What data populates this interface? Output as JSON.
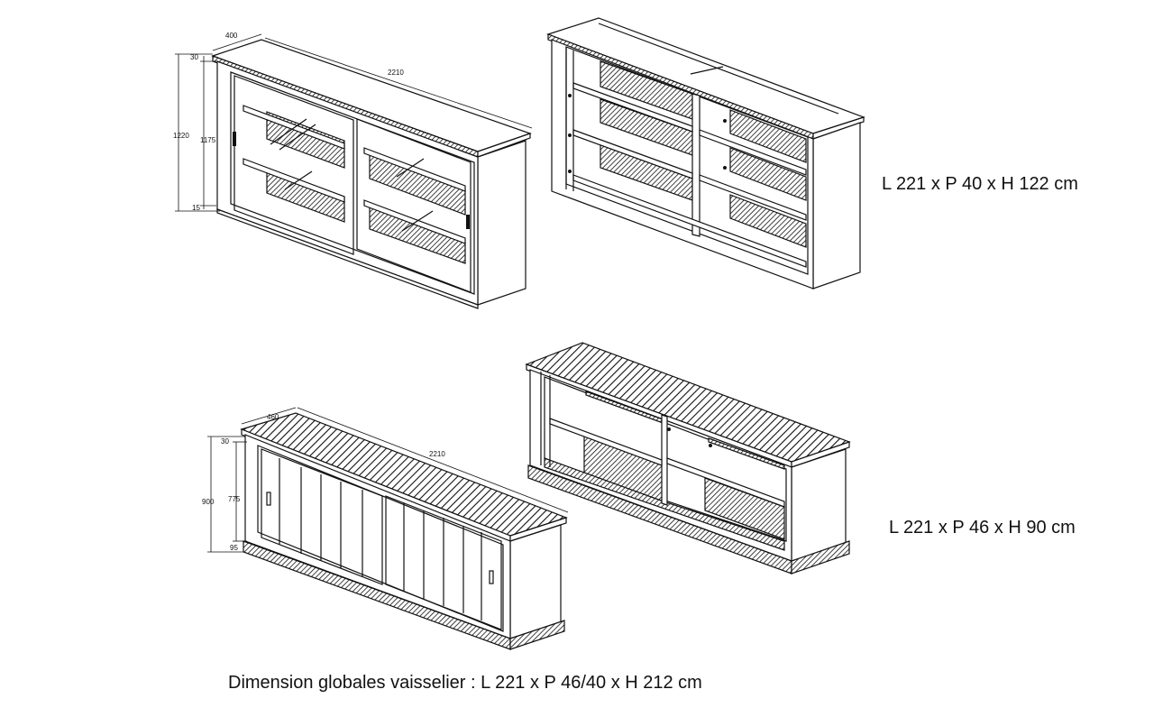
{
  "upper_unit": {
    "caption": "L 221 x P 40 x H 122 cm",
    "dims": {
      "depth": "400",
      "top": "30",
      "width": "2210",
      "height_total": "1220",
      "height_body": "1175",
      "base": "15"
    }
  },
  "lower_unit": {
    "caption": "L 221 x P 46 x H 90 cm",
    "dims": {
      "depth": "460",
      "top": "30",
      "width": "2210",
      "height_total": "900",
      "height_body": "775",
      "base": "95"
    }
  },
  "global_caption": "Dimension globales vaisselier : L 221 x P 46/40 x H 212 cm"
}
